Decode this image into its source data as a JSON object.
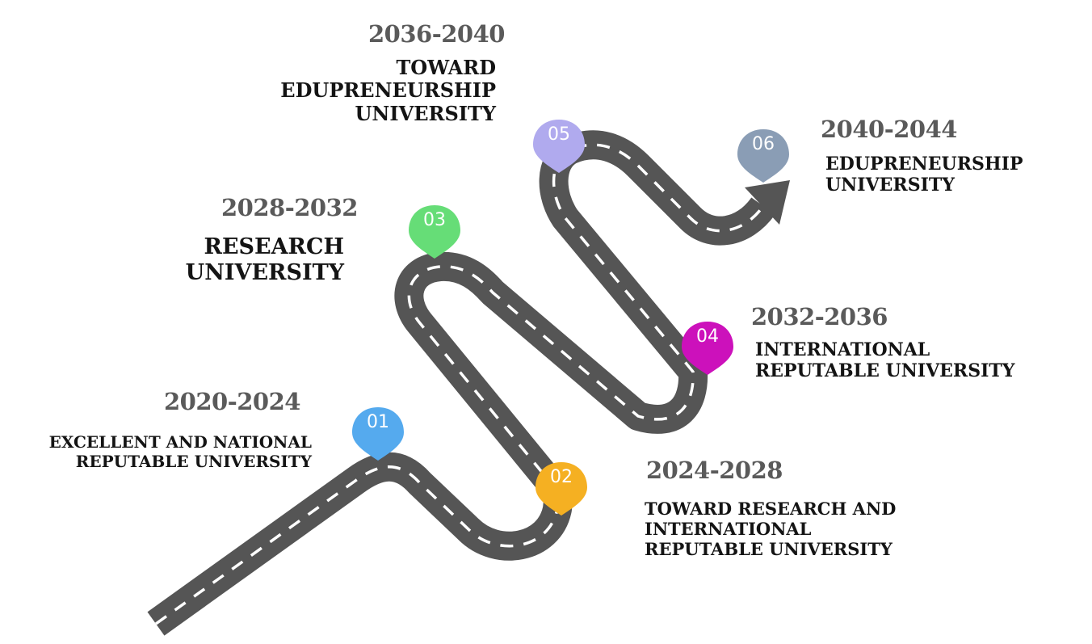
{
  "milestones": [
    {
      "number": "01",
      "period": "2020-2024",
      "lines": [
        "EXCELLENT AND NATIONAL",
        "REPUTABLE UNIVERSITY"
      ],
      "color": "#55aaee"
    },
    {
      "number": "02",
      "period": "2024-2028",
      "lines": [
        "TOWARD RESEARCH AND",
        "INTERNATIONAL",
        "REPUTABLE UNIVERSITY"
      ],
      "color": "#f5b022"
    },
    {
      "number": "03",
      "period": "2028-2032",
      "lines": [
        "RESEARCH",
        "UNIVERSITY"
      ],
      "color": "#66dd77"
    },
    {
      "number": "04",
      "period": "2032-2036",
      "lines": [
        "INTERNATIONAL",
        "REPUTABLE UNIVERSITY"
      ],
      "color": "#cc11bb"
    },
    {
      "number": "05",
      "period": "2036-2040",
      "lines": [
        "TOWARD",
        "EDUPRENEURSHIP",
        "UNIVERSITY"
      ],
      "color": "#b0aaee"
    },
    {
      "number": "06",
      "period": "2040-2044",
      "lines": [
        "EDUPRENEURSHIP",
        "UNIVERSITY"
      ],
      "color": "#8a9db5"
    }
  ],
  "road_color": "#555555",
  "lane_color": "#ffffff"
}
